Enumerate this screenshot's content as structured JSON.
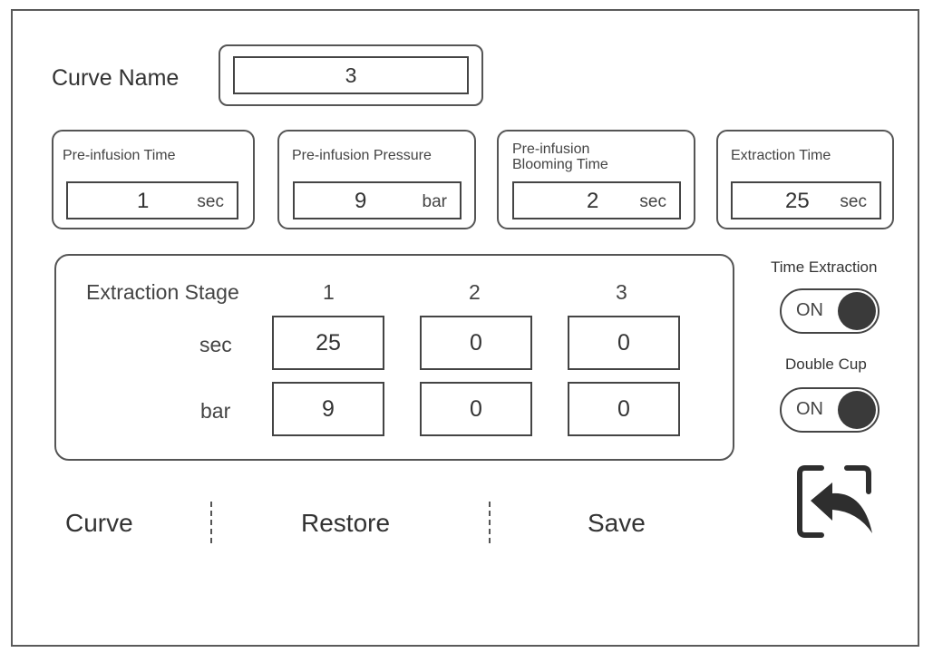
{
  "curve_name": {
    "label": "Curve Name",
    "value": "3"
  },
  "params": [
    {
      "label": "Pre-infusion Time",
      "value": "1",
      "unit": "sec"
    },
    {
      "label": "Pre-infusion Pressure",
      "value": "9",
      "unit": "bar"
    },
    {
      "label_line1": "Pre-infusion",
      "label_line2": "Blooming Time",
      "value": "2",
      "unit": "sec"
    },
    {
      "label": "Extraction Time",
      "value": "25",
      "unit": "sec"
    }
  ],
  "stage": {
    "title": "Extraction Stage",
    "columns": [
      "1",
      "2",
      "3"
    ],
    "rows": [
      {
        "label": "sec",
        "values": [
          "25",
          "0",
          "0"
        ]
      },
      {
        "label": "bar",
        "values": [
          "9",
          "0",
          "0"
        ]
      }
    ]
  },
  "toggles": {
    "time_extraction": {
      "label": "Time Extraction",
      "state": "ON"
    },
    "double_cup": {
      "label": "Double Cup",
      "state": "ON"
    }
  },
  "bottom": {
    "curve": "Curve",
    "restore": "Restore",
    "save": "Save"
  },
  "icons": {
    "back": "back-arrow-icon"
  }
}
